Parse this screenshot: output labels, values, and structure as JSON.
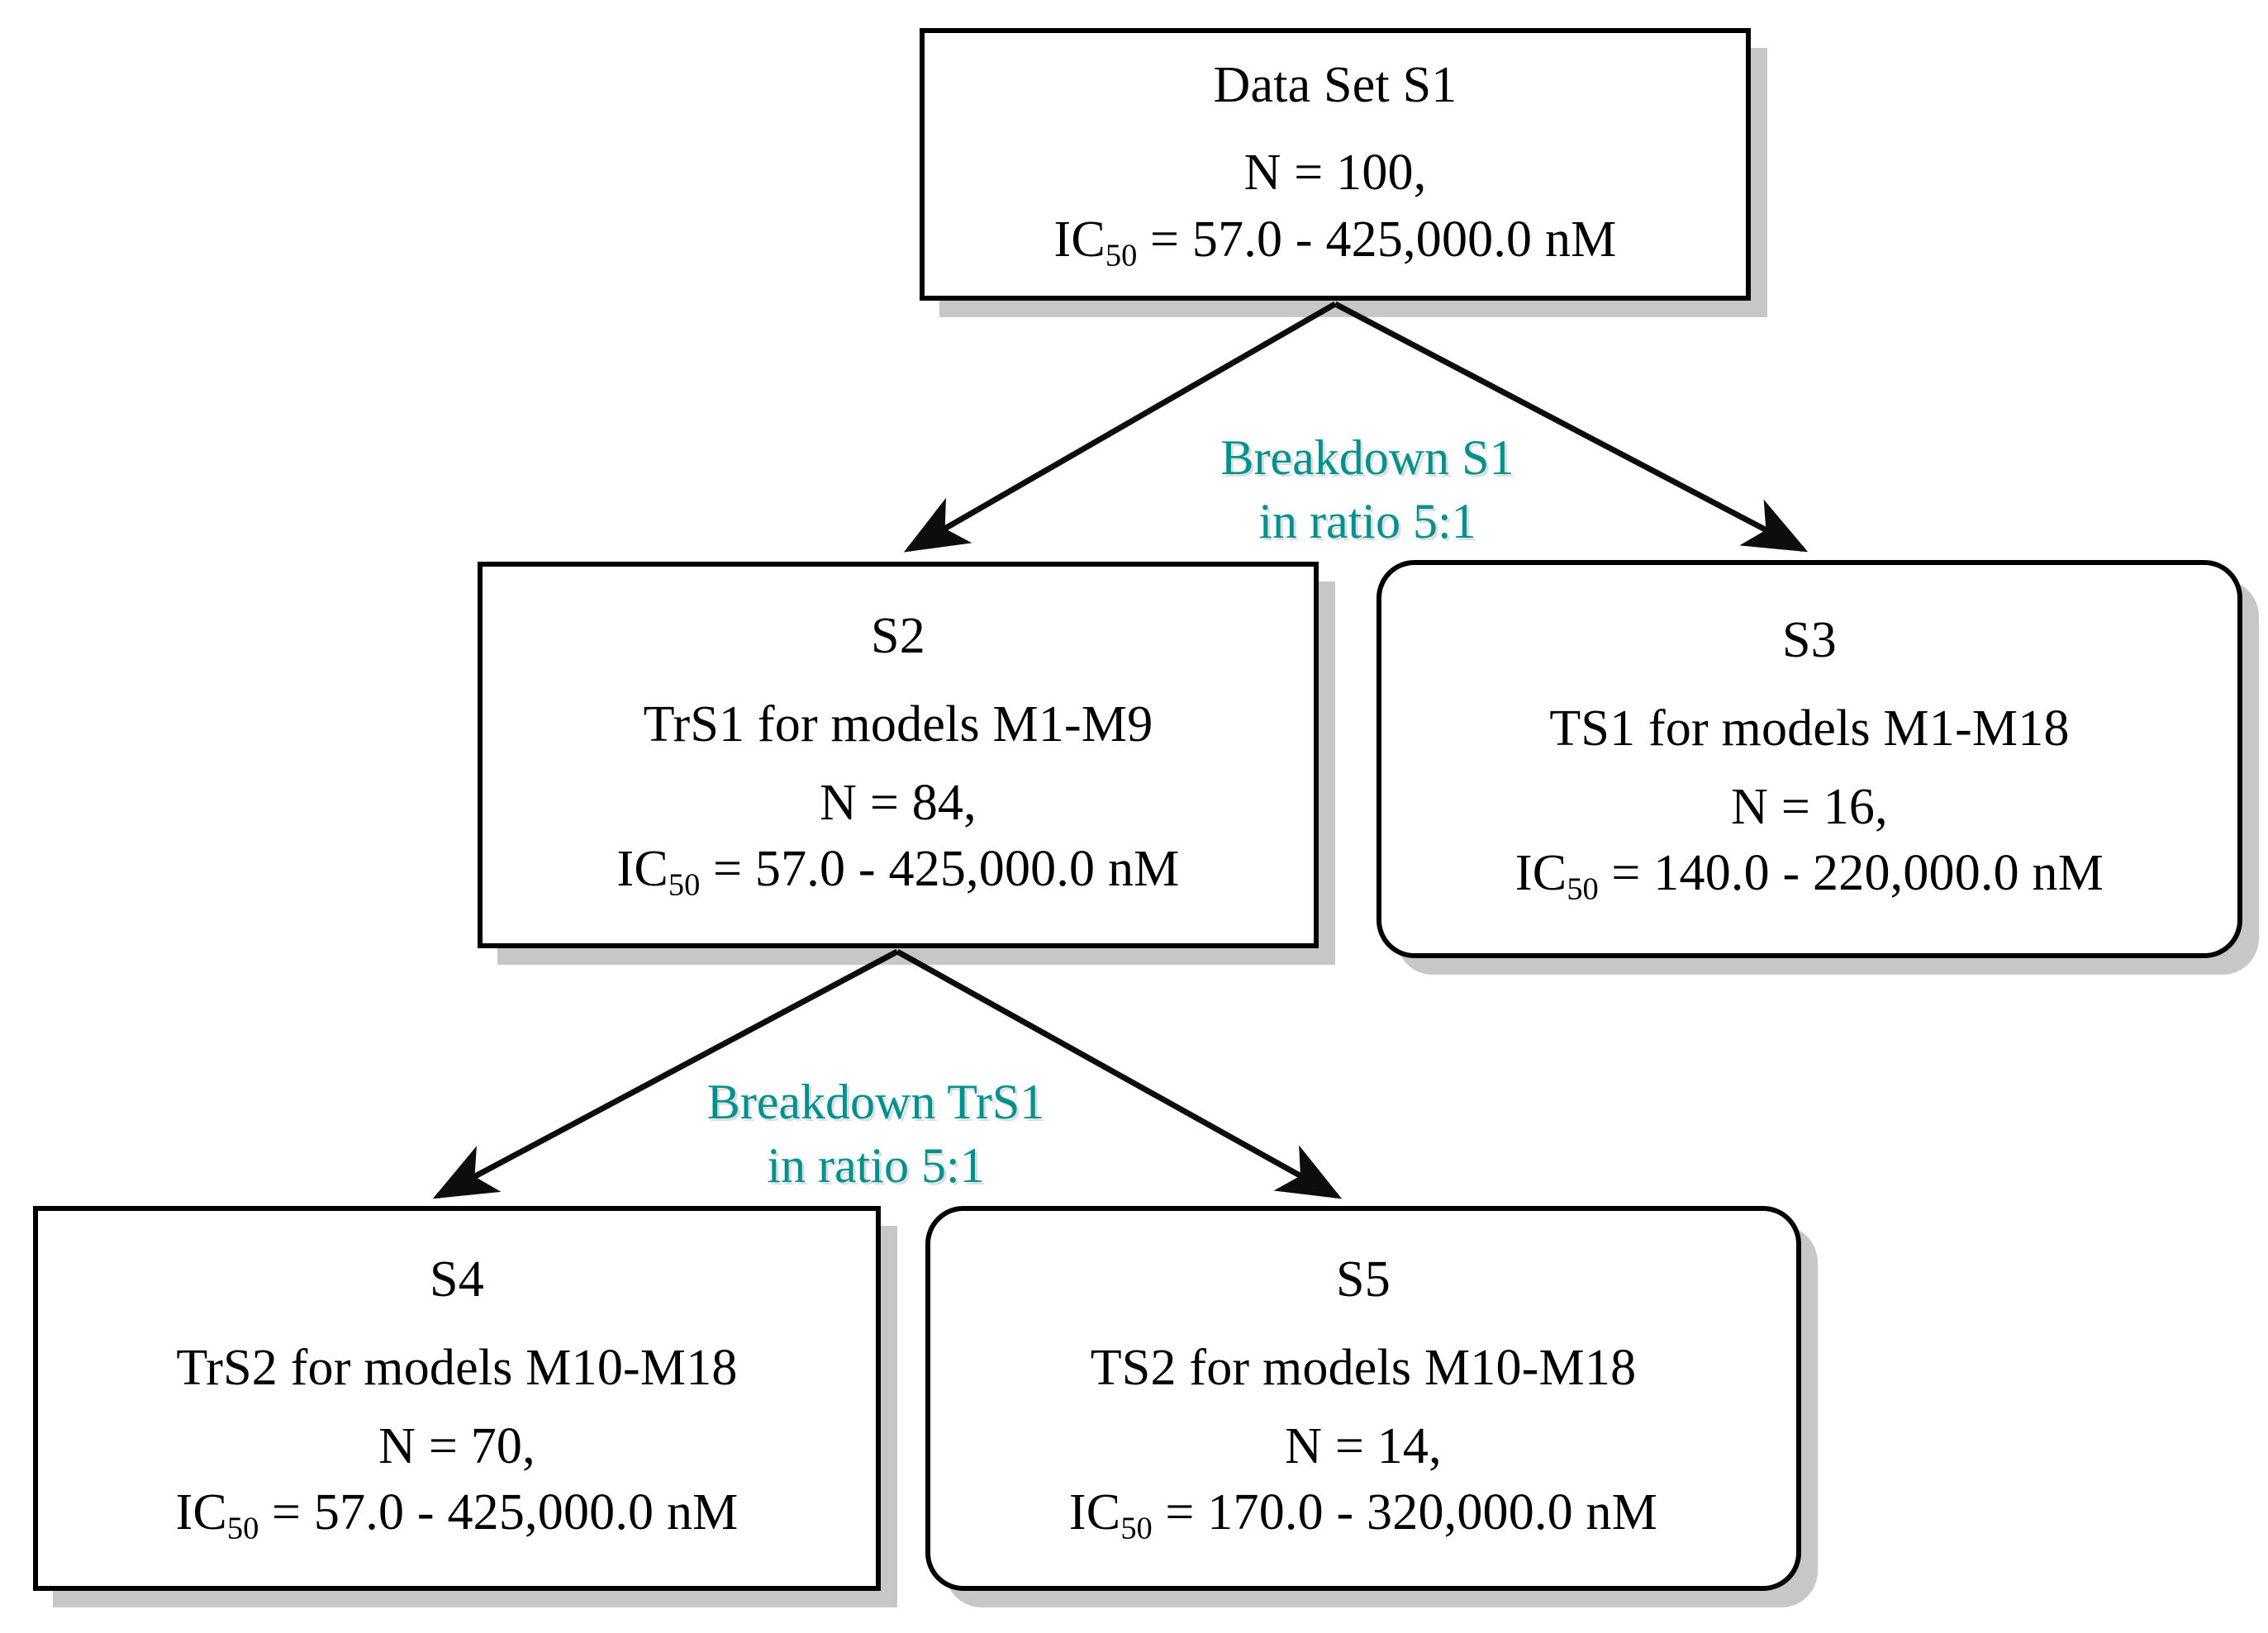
{
  "diagram": {
    "type": "flowchart",
    "title": "Data set breakdown flowchart",
    "accent_color": "#00908e",
    "node_border_color": "#000000",
    "background_color": "#ffffff"
  },
  "nodes": [
    {
      "id": "S1",
      "shape": "rectangle",
      "title": "Data Set S1",
      "subtitle": "",
      "n_line": "N = 100,",
      "ic50_prefix": "IC",
      "ic50_sub": "50",
      "ic50_value": " = 57.0  -  425,000.0 nM",
      "n_value": 100,
      "ic50_min_nM": 57.0,
      "ic50_max_nM": 425000.0
    },
    {
      "id": "S2",
      "shape": "rectangle",
      "title": "S2",
      "subtitle": "TrS1 for models M1-M9",
      "n_line": "N = 84,",
      "ic50_prefix": "IC",
      "ic50_sub": "50",
      "ic50_value": " = 57.0  -  425,000.0 nM",
      "n_value": 84,
      "ic50_min_nM": 57.0,
      "ic50_max_nM": 425000.0
    },
    {
      "id": "S3",
      "shape": "rounded-rectangle",
      "title": "S3",
      "subtitle": "TS1 for models M1-M18",
      "n_line": "N = 16,",
      "ic50_prefix": "IC",
      "ic50_sub": "50",
      "ic50_value": " = 140.0  -  220,000.0 nM",
      "n_value": 16,
      "ic50_min_nM": 140.0,
      "ic50_max_nM": 220000.0
    },
    {
      "id": "S4",
      "shape": "rectangle",
      "title": "S4",
      "subtitle": "TrS2 for models M10-M18",
      "n_line": "N = 70,",
      "ic50_prefix": "IC",
      "ic50_sub": "50",
      "ic50_value": " = 57.0  -  425,000.0 nM",
      "n_value": 70,
      "ic50_min_nM": 57.0,
      "ic50_max_nM": 425000.0
    },
    {
      "id": "S5",
      "shape": "rounded-rectangle",
      "title": "S5",
      "subtitle": "TS2 for models M10-M18",
      "n_line": "N = 14,",
      "ic50_prefix": "IC",
      "ic50_sub": "50",
      "ic50_value": " = 170.0  -  320,000.0 nM",
      "n_value": 14,
      "ic50_min_nM": 170.0,
      "ic50_max_nM": 320000.0
    }
  ],
  "edge_labels": {
    "breakdown_s1": {
      "line1": "Breakdown S1",
      "line2": "in ratio 5:1"
    },
    "breakdown_trs1": {
      "line1": "Breakdown TrS1",
      "line2": "in ratio 5:1"
    }
  },
  "edges": [
    {
      "from": "S1",
      "to": "S2",
      "label": "Breakdown S1 in ratio 5:1"
    },
    {
      "from": "S1",
      "to": "S3",
      "label": "Breakdown S1 in ratio 5:1"
    },
    {
      "from": "S2",
      "to": "S4",
      "label": "Breakdown TrS1 in ratio 5:1"
    },
    {
      "from": "S2",
      "to": "S5",
      "label": "Breakdown TrS1 in ratio 5:1"
    }
  ]
}
